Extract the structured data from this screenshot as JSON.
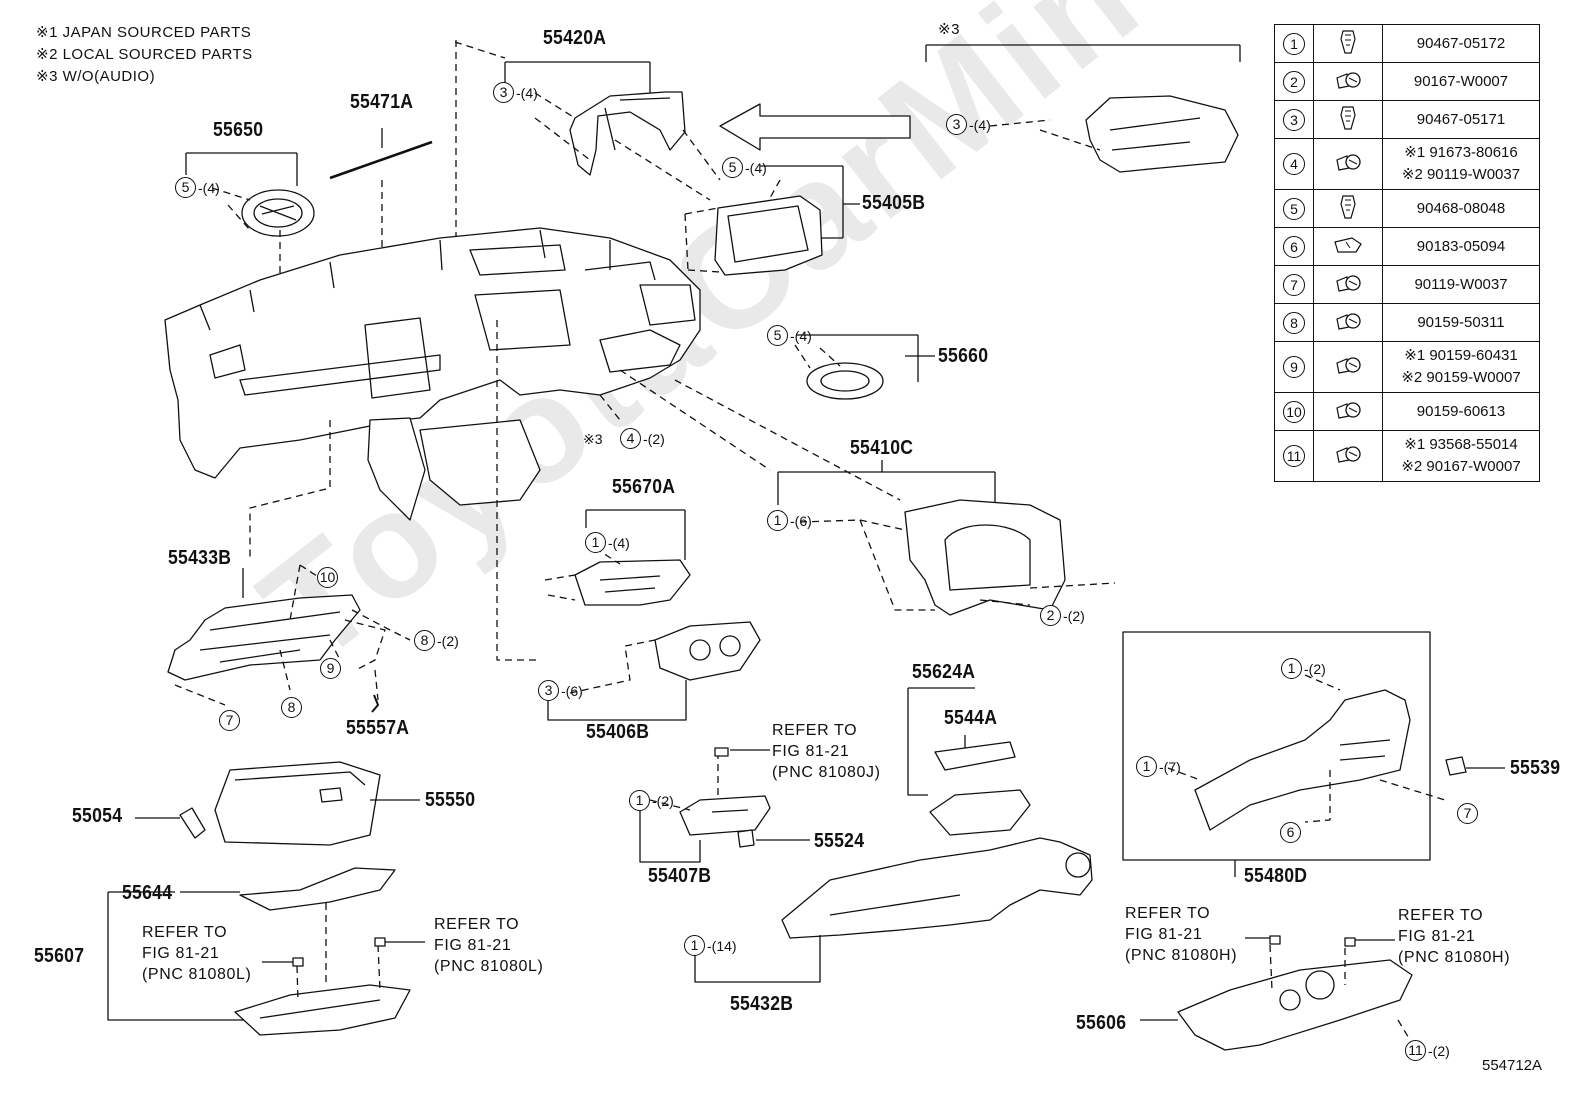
{
  "notes": [
    "※1 JAPAN SOURCED PARTS",
    "※2 LOCAL SOURCED PARTS",
    "※3 W/O(AUDIO)"
  ],
  "note3_marker": "※3",
  "figure_number": "554712A",
  "watermark": "ToyotaCarMiner",
  "part_labels": {
    "p55420A": "55420A",
    "p55471A": "55471A",
    "p55650": "55650",
    "p55405B": "55405B",
    "p55660": "55660",
    "p55410C": "55410C",
    "p55670A": "55670A",
    "p55433B": "55433B",
    "p55557A": "55557A",
    "p55406B": "55406B",
    "p55624A": "55624A",
    "p5544A": "5544A",
    "p55539": "55539",
    "p55054": "55054",
    "p55550": "55550",
    "p55524": "55524",
    "p55407B": "55407B",
    "p55480D": "55480D",
    "p55644": "55644",
    "p55607": "55607",
    "p55432B": "55432B",
    "p55606": "55606"
  },
  "callouts": {
    "c3_55420A": {
      "n": "3",
      "qty": "-(4)"
    },
    "c5_55650": {
      "n": "5",
      "qty": "-(4)"
    },
    "c3_audio": {
      "n": "3",
      "qty": "-(4)"
    },
    "c5_55405B": {
      "n": "5",
      "qty": "-(4)"
    },
    "c5_55660": {
      "n": "5",
      "qty": "-(4)"
    },
    "c4_note3": {
      "prefix": "※3",
      "n": "4",
      "qty": "-(2)"
    },
    "c1_55410C": {
      "n": "1",
      "qty": "-(6)"
    },
    "c1_55670A": {
      "n": "1",
      "qty": "-(4)"
    },
    "c10": {
      "n": "10"
    },
    "c8_qty": {
      "n": "8",
      "qty": "-(2)"
    },
    "c9": {
      "n": "9"
    },
    "c7_left": {
      "n": "7"
    },
    "c8_single": {
      "n": "8"
    },
    "c2_55410C": {
      "n": "2",
      "qty": "-(2)"
    },
    "c3_55406B": {
      "n": "3",
      "qty": "-(6)"
    },
    "c1_55480D_top": {
      "n": "1",
      "qty": "-(2)"
    },
    "c1_55480D_left": {
      "n": "1",
      "qty": "-(7)"
    },
    "c7_right": {
      "n": "7"
    },
    "c6": {
      "n": "6"
    },
    "c1_55407B": {
      "n": "1",
      "qty": "-(2)"
    },
    "c1_55432B": {
      "n": "1",
      "qty": "-(14)"
    },
    "c11": {
      "n": "11",
      "qty": "-(2)"
    }
  },
  "references": {
    "ref_81080J": "REFER TO\nFIG 81-21\n(PNC 81080J)",
    "ref_81080L_left": "REFER TO\nFIG 81-21\n(PNC 81080L)",
    "ref_81080L_right": "REFER TO\nFIG 81-21\n(PNC 81080L)",
    "ref_81080H_left": "REFER TO\nFIG 81-21\n(PNC 81080H)",
    "ref_81080H_right": "REFER TO\nFIG 81-21\n(PNC 81080H)"
  },
  "fastener_table": [
    {
      "n": "1",
      "icon": "clip-icon",
      "parts": [
        "90467-05172"
      ]
    },
    {
      "n": "2",
      "icon": "screw-icon",
      "parts": [
        "90167-W0007"
      ]
    },
    {
      "n": "3",
      "icon": "clip-icon",
      "parts": [
        "90467-05171"
      ]
    },
    {
      "n": "4",
      "icon": "screw-icon",
      "parts": [
        "※1 91673-80616",
        "※2 90119-W0037"
      ]
    },
    {
      "n": "5",
      "icon": "clip-icon",
      "parts": [
        "90468-08048"
      ]
    },
    {
      "n": "6",
      "icon": "nut-icon",
      "parts": [
        "90183-05094"
      ]
    },
    {
      "n": "7",
      "icon": "screw-icon",
      "parts": [
        "90119-W0037"
      ]
    },
    {
      "n": "8",
      "icon": "screw-icon",
      "parts": [
        "90159-50311"
      ]
    },
    {
      "n": "9",
      "icon": "screw-icon",
      "parts": [
        "※1 90159-60431",
        "※2 90159-W0007"
      ]
    },
    {
      "n": "10",
      "icon": "screw-icon",
      "parts": [
        "90159-60613"
      ]
    },
    {
      "n": "11",
      "icon": "screw-icon",
      "parts": [
        "※1 93568-55014",
        "※2 90167-W0007"
      ]
    }
  ]
}
